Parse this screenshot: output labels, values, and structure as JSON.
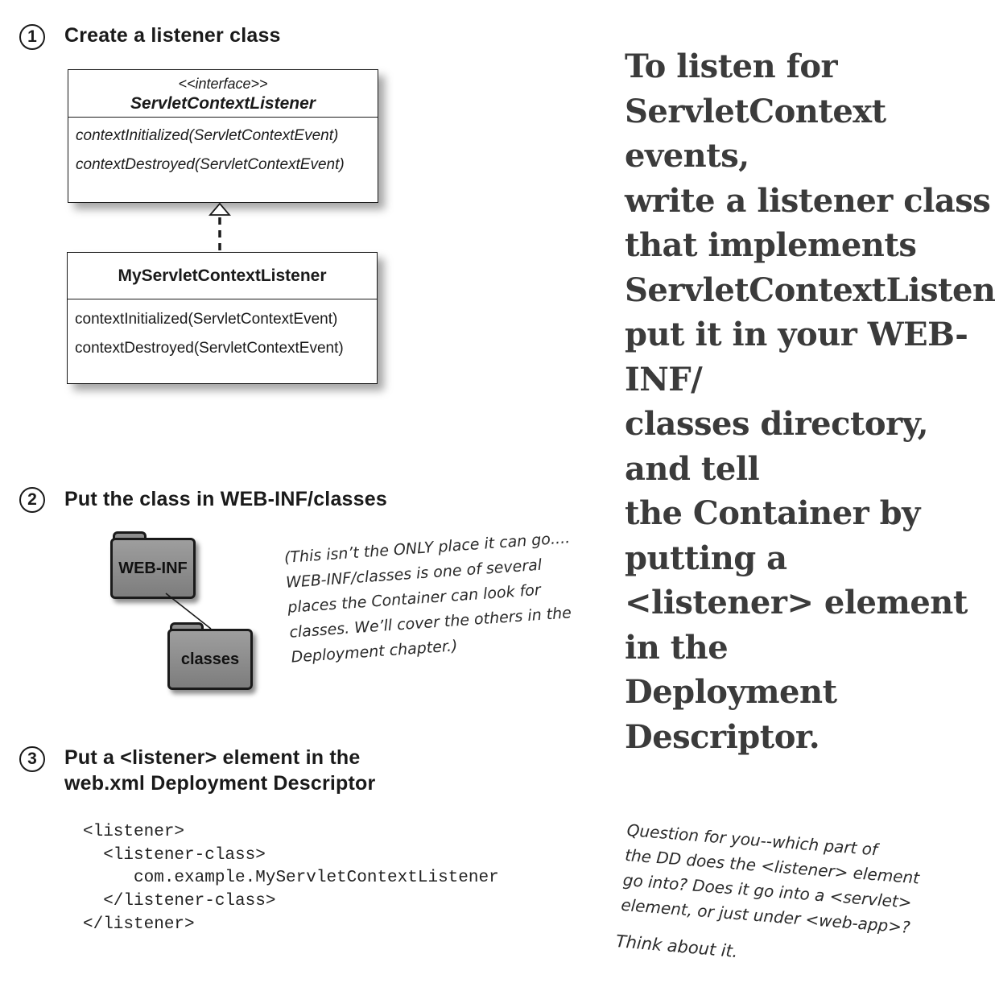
{
  "steps": {
    "s1": {
      "num": "1",
      "title": "Create a listener class"
    },
    "s2": {
      "num": "2",
      "title": "Put the class in WEB-INF/classes"
    },
    "s3": {
      "num": "3",
      "title_line1": "Put a <listener> element in the",
      "title_line2": "web.xml Deployment Descriptor"
    }
  },
  "uml": {
    "interface": {
      "stereotype": "<<interface>>",
      "name": "ServletContextListener",
      "methods": [
        "contextInitialized(ServletContextEvent)",
        "contextDestroyed(ServletContextEvent)"
      ]
    },
    "impl": {
      "name": "MyServletContextListener",
      "methods": [
        "contextInitialized(ServletContextEvent)",
        "contextDestroyed(ServletContextEvent)"
      ]
    }
  },
  "folders": {
    "parent": "WEB-INF",
    "child": "classes"
  },
  "big_note": [
    "To listen for",
    "ServletContext events,",
    "write a listener class",
    "that implements",
    "ServletContextListener,",
    "put it in your WEB-INF/",
    "classes directory, and tell",
    "the Container by putting a",
    "<listener> element in the",
    "Deployment Descriptor."
  ],
  "folder_note": [
    "(This isn’t the ONLY place it can go....",
    "WEB-INF/classes is one of several",
    "places the Container can look for",
    "classes. We’ll cover the others in the",
    "Deployment chapter.)"
  ],
  "code": [
    "<listener>",
    "  <listener-class>",
    "     com.example.MyServletContextListener",
    "  </listener-class>",
    "</listener>"
  ],
  "question_note": [
    "Question for you--which part of",
    "the DD does the <listener> element",
    "go into? Does it go into a <servlet>",
    "element, or just under <web-app>?"
  ],
  "think_note": "Think about it."
}
